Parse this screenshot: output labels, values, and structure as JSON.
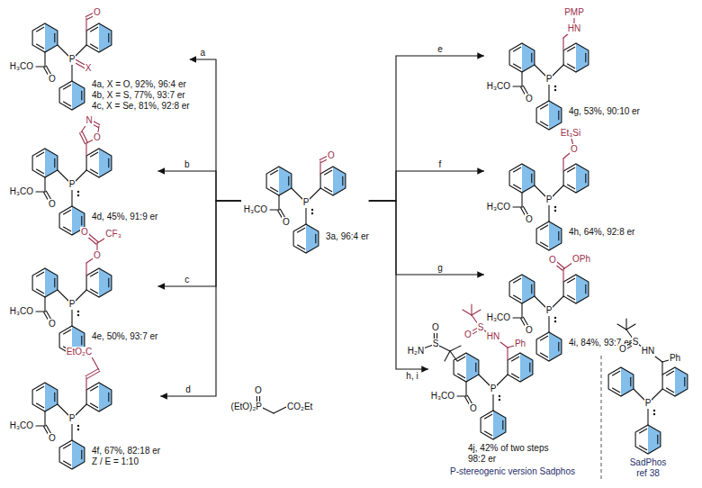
{
  "diagram": {
    "nodes": [
      {
        "text": [
          "3a, 96:4 er",
          "H₃CO",
          "O",
          "P",
          "O"
        ]
      },
      {
        "text": [
          "4a, X = O, 92%, 96:4 er",
          "4b, X = S, 77%, 93:7 er",
          "4c, X = Se, 81%, 92:8 er",
          "H₃CO",
          "O",
          "P",
          "X",
          "O"
        ]
      },
      {
        "text": [
          "4d, 45%, 91:9 er",
          "H₃CO",
          "O",
          "P",
          "O",
          "N"
        ]
      },
      {
        "text": [
          "4e, 50%, 93:7 er",
          "H₃CO",
          "O",
          "P",
          "O",
          "O",
          "CF₃"
        ]
      },
      {
        "text": [
          "4f, 67%, 82:18 er",
          "Z / E = 1:10",
          "H₃CO",
          "O",
          "P",
          "EtO₂C"
        ]
      },
      {
        "text": [
          "4g, 53%, 90:10 er",
          "H₃CO",
          "O",
          "P",
          "HN",
          "PMP"
        ]
      },
      {
        "text": [
          "4h, 64%, 92:8 er",
          "H₃CO",
          "O",
          "P",
          "O",
          "Et₃Si"
        ]
      },
      {
        "text": [
          "4i, 84%, 93:7 er",
          "H₃CO",
          "O",
          "P",
          "O",
          "OPh"
        ]
      },
      {
        "text": [
          "4j, 42% of two steps",
          "98:2 er",
          "P-stereogenic version Sadphos",
          "H₃CO",
          "O",
          "P",
          "HN",
          "O",
          "S",
          "Ph"
        ]
      },
      {
        "text": [
          "SadPhos",
          "ref 38",
          "P",
          "HN",
          "O",
          "S",
          "Ph"
        ]
      }
    ],
    "edges": [
      {
        "from": 0,
        "to": 1,
        "label": "a",
        "arrow": "to"
      },
      {
        "from": 0,
        "to": 2,
        "label": "b",
        "arrow": "to"
      },
      {
        "from": 0,
        "to": 3,
        "label": "c",
        "arrow": "to"
      },
      {
        "from": 0,
        "to": 4,
        "label": "d",
        "arrow": "to"
      },
      {
        "from": 0,
        "to": 5,
        "label": "e",
        "arrow": "to"
      },
      {
        "from": 0,
        "to": 6,
        "label": "f",
        "arrow": "to"
      },
      {
        "from": 0,
        "to": 7,
        "label": "g",
        "arrow": "to"
      },
      {
        "from": 0,
        "to": 8,
        "label": "h, i",
        "arrow": "to"
      }
    ],
    "labels": [
      "(EtO)₂P",
      "O",
      "CO₂Et",
      "H₂N",
      "S",
      "O"
    ]
  }
}
